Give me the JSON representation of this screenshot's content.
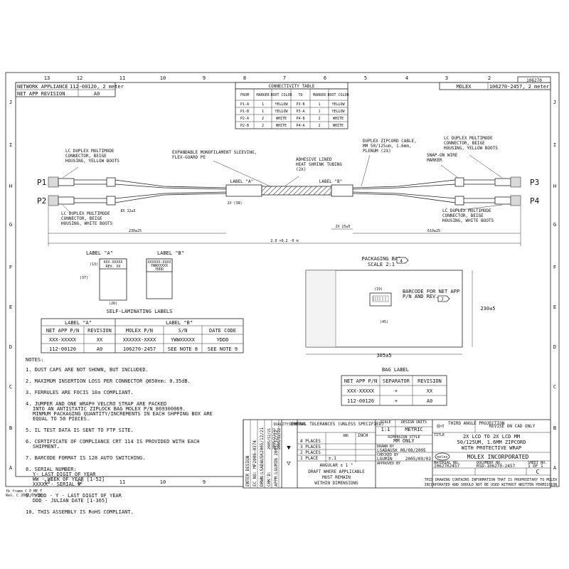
{
  "border": {
    "cols": [
      "13",
      "12",
      "11",
      "10",
      "9",
      "8",
      "7",
      "6",
      "5",
      "4",
      "3",
      "2"
    ],
    "rows": [
      "J",
      "I",
      "H",
      "G",
      "F",
      "E",
      "D",
      "C",
      "B",
      "A"
    ]
  },
  "header": {
    "left1_label": "NETWORK APPLIANCE",
    "left1_value": "112-00120, 2 meter",
    "left2_label": "NET APP REVISION",
    "left2_value": "A0",
    "right_company": "MOLEX",
    "right_value": "106270-2457, 2 meter",
    "corner_number": "106270"
  },
  "connectivity": {
    "title": "CONNECTIVITY TABLE",
    "headers": [
      "FROM",
      "MARKER",
      "BOOT COLOR",
      "TO",
      "MARKER",
      "BOOT COLOR"
    ],
    "rows": [
      [
        "P1-A",
        "1",
        "YELLOW",
        "P3-B",
        "1",
        "YELLOW"
      ],
      [
        "P1-B",
        "1",
        "YELLOW",
        "P3-A",
        "1",
        "YELLOW"
      ],
      [
        "P2-A",
        "2",
        "WHITE",
        "P4-B",
        "2",
        "WHITE"
      ],
      [
        "P2-B",
        "2",
        "WHITE",
        "P4-A",
        "2",
        "WHITE"
      ]
    ]
  },
  "assembly": {
    "p1": "P1",
    "p2": "P2",
    "p3": "P3",
    "p4": "P4",
    "note_lc_yellow": [
      "LC DUPLEX MULTIMODE",
      "CONNECTOR, BEIGE",
      "HOUSING, YELLOW BOOTS"
    ],
    "note_sleeving": [
      "EXPANDABLE MONOFILAMENT SLEEVING,",
      "FLEX-GUARD PE"
    ],
    "note_heatshrink": [
      "ADHESIVE LINED",
      "HEAT SHRINK TUBING",
      "(2X)"
    ],
    "note_zipcord": [
      "DUPLEX ZIPCORD CABLE,",
      "MM 50/125um, 1.6mm,",
      "PLENUM (2X)"
    ],
    "note_lc_yellow_r": [
      "LC DUPLEX MULTIMODE",
      "CONNECTOR, BEIGE",
      "HOUSING, YELLOW BOOTS"
    ],
    "note_snapon": [
      "SNAP-ON WIRE",
      "MARKER"
    ],
    "note_lc_white": [
      "LC DUPLEX MULTIMODE",
      "CONNECTOR, BEIGE",
      "HOUSING, WHITE BOOTS"
    ],
    "note_lc_white_r": [
      "LC DUPLEX MULTIMODE",
      "CONNECTOR, BEIGE",
      "HOUSING, WHITE BOOTS"
    ],
    "label_a": "LABEL \"A\"",
    "label_b": "LABEL \"B\"",
    "dim_2x": "2X (38)",
    "dim_8x": "8X 12±5",
    "dim_230l": "230±25",
    "dim_2x25": "2X 25±5",
    "dim_610": "610±25",
    "dim_total": "2.0 +0.2 -0 m"
  },
  "label_detail": {
    "a_title": "LABEL \"A\"",
    "a_line1": "XXX-XXXXX",
    "a_line2": "REV. XX",
    "a_h": "(13)",
    "a_h2": "(37)",
    "a_w": "(26)",
    "b_title": "LABEL \"B\"",
    "b_line1": "XXXXXX-XXXX",
    "b_line2": "YWWXXXXX",
    "b_line3": "YDDD",
    "caption": "SELF-LAMINATING LABELS"
  },
  "label_table": {
    "group_a": "LABEL \"A\"",
    "group_b": "LABEL \"B\"",
    "headers": [
      "NET APP P/N",
      "REVISION",
      "MOLEX P/N",
      "S/N",
      "DATE CODE"
    ],
    "rows": [
      [
        "XXX-XXXXX",
        "XX",
        "XXXXXX-XXXX",
        "YWWXXXXX",
        "YDDD"
      ],
      [
        "112-00120",
        "A0",
        "106270-2457",
        "SEE NOTE 8",
        "SEE NOTE 9"
      ]
    ]
  },
  "bag": {
    "title": "PACKAGING BAG",
    "scale": "SCALE 2:1",
    "tag": "4",
    "note": [
      "BARCODE FOR NET APP",
      "P/N AND REV."
    ],
    "note_tag": "7",
    "dim_19": "(19)",
    "dim_45": "(45)",
    "dim_230": "230±5",
    "dim_305": "305±5"
  },
  "bag_label": {
    "title": "BAG LABEL",
    "headers": [
      "NET APP P/N",
      "SEPARATOR",
      "REVISION"
    ],
    "rows": [
      [
        "XXX-XXXXX",
        "+",
        "XX"
      ],
      [
        "112-00120",
        "+",
        "A0"
      ]
    ]
  },
  "notes": {
    "title": "NOTES:",
    "items": [
      "1. DUST CAPS ARE NOT SHOWN, BUT INCLUDED.",
      "2. MAXIMUM INSERTION LOSS PER CONNECTOR @850nm: 0.35dB.",
      "3. FERRULES ARE FOCIS 10a COMPLIANT.",
      "4. JUMPER AND ONE WRAP® VELCRO STRAP ARE PACKED|INTO AN ANTISTATIC ZIPLOCK BAG MOLEX P/N 869300069.|MINMUM PACKAGING QUANTITY/INCREMENTS IN EACH SHPPING BOX ARE|EQUAL TO 50 PIECES.",
      "5. IL TEST DATA IS SENT TO FTP SITE.",
      "6. CERTIFICATE OF COMPLIANCE CRT 114 IS PROVIDED WITH EACH|SHIPMENT.",
      "7. BARCODE FORMAT IS 128 AUTO SWITCHING.",
      "8. SERIAL NUMBER:|Y- LAST DIGIT OF YEAR|WW - WEEK OF YEAR [1-52]|XXXXX - SERIAL #",
      "9. YDDD - Y - LAST DIGIT OF YEAR|DDD - JULIAN DATE [1-365]",
      "10. THIS ASSEMBLY IS RoHS COMPLIANT."
    ]
  },
  "title_block": {
    "history": [
      "ENTER DESIGN",
      "EC NO: MF2006-0374",
      "DRWN:LSADAUSK2005/12/21",
      "CHK'D:",
      "APPR:LGUMIN 2005/12/22"
    ],
    "hist_dates": [
      "2005/12/21",
      "2005/12/22",
      "2005/12/22"
    ],
    "quality": "QUALITY SYMBOLS",
    "tol_title": "GENERAL TOLERANCES (UNLESS SPECIFIED)",
    "tol_mm": "mm",
    "tol_inch": "INCH",
    "tol_rows": [
      "4 PLACES",
      "3 PLACES",
      "2 PLACES",
      "1 PLACE"
    ],
    "tol_one": "±.1",
    "angular": "ANGULAR ± 1 °",
    "draft": [
      "DRAFT WHERE APPLICABLE",
      "MUST REMAIN",
      "WITHIN DIMENSIONS"
    ],
    "scale_lbl": "SCALE",
    "scale": "1:1",
    "units_lbl": "DESIGN UNITS",
    "units": "METRIC",
    "dimstyle_lbl": "DIMENSION STYLE",
    "dimstyle": "MM ONLY",
    "drawn_lbl": "DRAWN BY",
    "drawn": "LSADAUSK 08/08/2005",
    "checked_lbl": "CHECKED BY",
    "checked": "LGUMIN",
    "checked_date": "2005/09/02",
    "approved_lbl": "APPROVED BY",
    "projection": "THIRD ANGLE PROJECTION",
    "revise": "REVISE ON CAD ONLY",
    "title_lbl": "TITLE",
    "title": [
      "2X LCD TO 2X LCD MM",
      "50/125UM, 1.6MM ZIPCORD",
      "WITH PROTECTIVE WRAP"
    ],
    "company": "MOLEX INCORPORATED",
    "logo": "molex",
    "material_lbl": "MATERIAL NO.",
    "material": "1062702457",
    "doc_lbl": "DOCUMENT NO.",
    "doc": "RSD-106270-2457",
    "sheet_lbl": "SHEET NO.",
    "sheet": "1 OF 1",
    "rev": "C",
    "prop": [
      "THIS DRAWING CONTAINS INFORMATION THAT IS PROPRIETARY TO MOLEX",
      "INCORPORATED AND SHOULD NOT BE USED WITHOUT WRITTEN PERMISSION"
    ]
  },
  "frame": {
    "line1": "fb_frame_C_P_ME_T",
    "line2": "Rev. C 2002/05/05"
  }
}
